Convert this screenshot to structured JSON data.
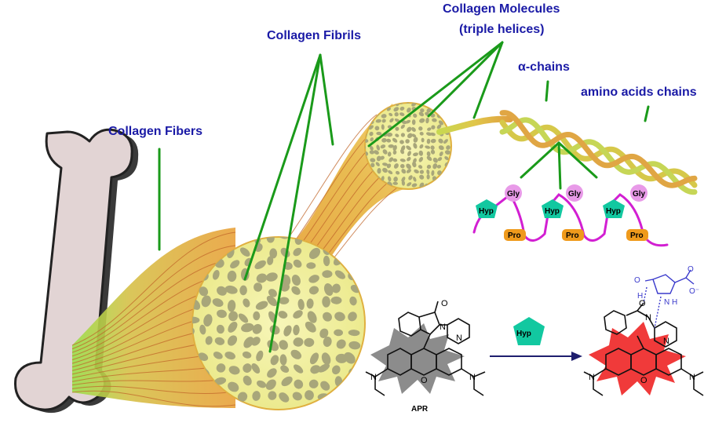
{
  "labels": {
    "fibers": "Collagen Fibers",
    "fibrils": "Collagen Fibrils",
    "molecules_line1": "Collagen Molecules",
    "molecules_line2": "(triple helices)",
    "alpha": "α-chains",
    "amino": "amino acids chains"
  },
  "residues": {
    "hyp": "Hyp",
    "gly": "Gly",
    "pro": "Pro"
  },
  "reaction": {
    "reactant": "APR",
    "reagent": "Hyp"
  },
  "chem_atoms": {
    "n": "N",
    "o": "O",
    "h": "H",
    "nh": "N H",
    "o_minus": "O⁻"
  },
  "colors": {
    "label_text": "#1a1aa6",
    "pointer_lines": "#1a9a1a",
    "hyp_pentagon": "#12c8a0",
    "gly_circle": "#e89ae8",
    "pro_box": "#ef9a1c",
    "backbone": "#d21fd2",
    "fibril_disc": "#f4f3a2",
    "fibril_cells": "#a8a67a",
    "fiber_strands": "#e8a03a",
    "bone": "#e0d2d2",
    "probe_grey": "#8c8c8c",
    "probe_red": "#f03a3a",
    "arrow": "#1e1e6e"
  }
}
